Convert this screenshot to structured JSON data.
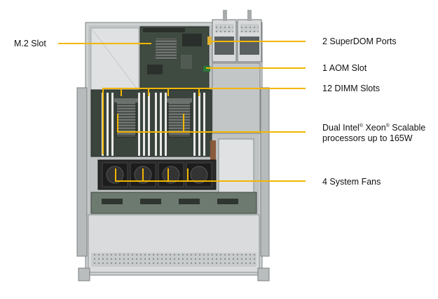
{
  "labels": {
    "m2_slot": "M.2 Slot",
    "superdom_ports": "2 SuperDOM Ports",
    "aom_slot": "1 AOM Slot",
    "dimm_slots": "12 DIMM Slots",
    "processors": {
      "part1": "Dual Intel",
      "reg1": "®",
      "part2": " Xeon",
      "reg2": "®",
      "part3": " Scalable",
      "line2": "processors up to 165W"
    },
    "system_fans": "4 System Fans"
  },
  "colors": {
    "callout_line": "#f2b600",
    "chassis": "#cfd2d3",
    "board": "#3f4a41",
    "fan": "#1c1c1c"
  }
}
